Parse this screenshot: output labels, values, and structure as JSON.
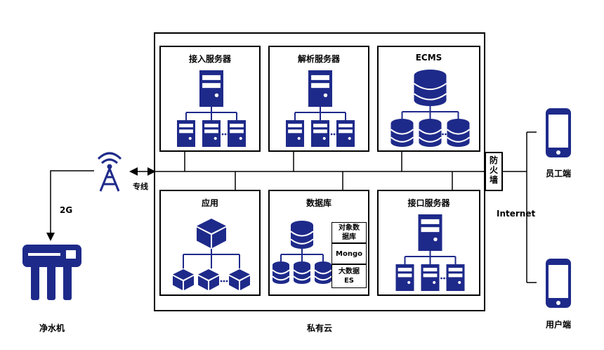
{
  "edge": {
    "water_purifier_label": "净水机",
    "link_2g_label": "2G",
    "dedicated_line_label": "专线"
  },
  "cloud": {
    "label": "私有云",
    "firewall_label": "防\n火\n墙",
    "modules": [
      {
        "title": "接入服务器"
      },
      {
        "title": "解析服务器"
      },
      {
        "title": "ECMS"
      },
      {
        "title": "应用"
      },
      {
        "title": "数据库",
        "stores": [
          "对象数据库",
          "Mongo",
          "大数据ES"
        ]
      },
      {
        "title": "接口服务器"
      }
    ]
  },
  "clients": {
    "internet_label": "Internet",
    "staff_label": "员工端",
    "user_label": "用户端"
  },
  "colors": {
    "icon": "#1e2a8a",
    "line": "#000000"
  }
}
